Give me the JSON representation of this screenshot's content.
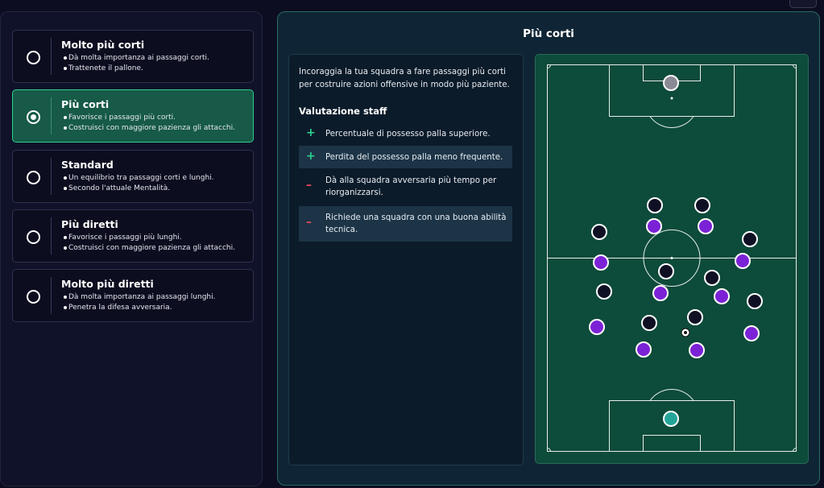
{
  "options": [
    {
      "title": "Molto più corti",
      "bullets": [
        "Dà molta importanza ai passaggi corti.",
        "Trattenete il pallone."
      ],
      "selected": false
    },
    {
      "title": "Più corti",
      "bullets": [
        "Favorisce i passaggi più corti.",
        "Costruisci con maggiore pazienza gli attacchi."
      ],
      "selected": true
    },
    {
      "title": "Standard",
      "bullets": [
        "Un equilibrio tra passaggi corti e lunghi.",
        "Secondo l'attuale Mentalità."
      ],
      "selected": false
    },
    {
      "title": "Più diretti",
      "bullets": [
        "Favorisce i passaggi più lunghi.",
        "Costruisci con maggiore pazienza gli attacchi."
      ],
      "selected": false
    },
    {
      "title": "Molto più diretti",
      "bullets": [
        "Dà molta importanza ai passaggi lunghi.",
        "Penetra la difesa avversaria."
      ],
      "selected": false
    }
  ],
  "detail": {
    "title": "Più corti",
    "description": "Incoraggia la tua squadra a fare passaggi più corti per costruire azioni offensive in modo più paziente.",
    "staff_title": "Valutazione staff",
    "evaluations": [
      {
        "sign": "+",
        "type": "positive",
        "text": "Percentuale di possesso palla superiore."
      },
      {
        "sign": "+",
        "type": "positive",
        "text": "Perdita del possesso palla meno frequente."
      },
      {
        "sign": "–",
        "type": "negative",
        "text": "Dà alla squadra avversaria più tempo per riorganizzarsi."
      },
      {
        "sign": "–",
        "type": "negative",
        "text": "Richiede una squadra con una buona abilità tecnica."
      }
    ]
  },
  "colors": {
    "accent": "#2fd08f",
    "pitch": "#0d4b3a",
    "home_player": "#7b22d6",
    "away_player": "#101024",
    "home_goalkeeper": "#25a59a",
    "away_goalkeeper": "#8a8a95",
    "negative": "#e04a5a"
  },
  "pitch_icons": {
    "ball": "soccer-ball-icon",
    "home_player": "home-player-token",
    "away_player": "away-player-token"
  }
}
